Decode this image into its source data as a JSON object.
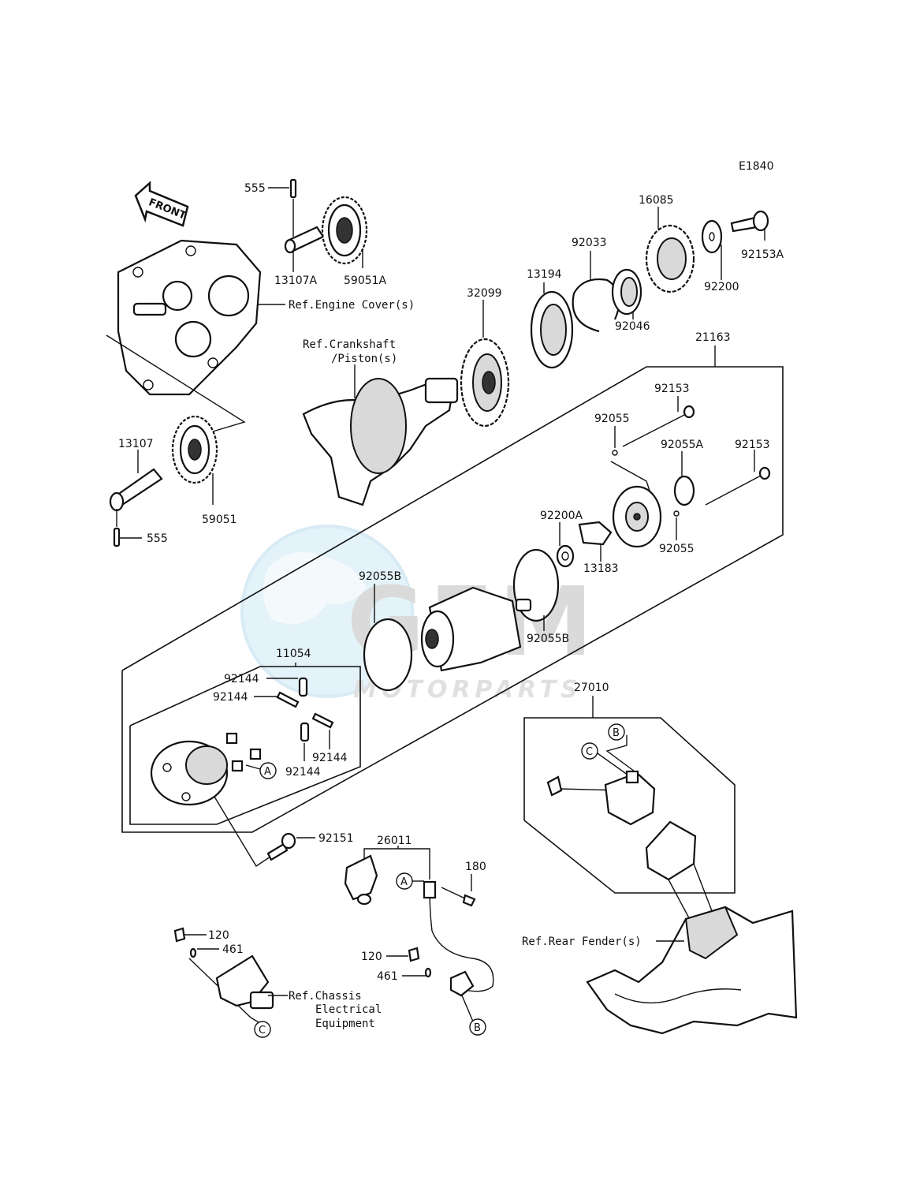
{
  "diagram_code": "E1840",
  "front_label": "FRONT",
  "watermark": {
    "brand": "GEM",
    "sub": "MOTORPARTS"
  },
  "refs": {
    "engine_cover": "Ref.Engine Cover(s)",
    "crankshaft_1": "Ref.Crankshaft",
    "crankshaft_2": "/Piston(s)",
    "rear_fender": "Ref.Rear Fender(s)",
    "chassis_1": "Ref.Chassis",
    "chassis_2": "Electrical",
    "chassis_3": "Equipment"
  },
  "parts": {
    "p555a": "555",
    "p13107A": "13107A",
    "p59051A": "59051A",
    "p32099": "32099",
    "p13194": "13194",
    "p92033": "92033",
    "p16085": "16085",
    "p92153A": "92153A",
    "p92200": "92200",
    "p92046": "92046",
    "p21163": "21163",
    "p92153a": "92153",
    "p92055a": "92055",
    "p92055A": "92055A",
    "p92153b": "92153",
    "p92055b": "92055",
    "p92200A": "92200A",
    "p13183": "13183",
    "p92055Ba": "92055B",
    "p92055Bb": "92055B",
    "p13107": "13107",
    "p59051": "59051",
    "p555b": "555",
    "p11054": "11054",
    "p92144a": "92144",
    "p92144b": "92144",
    "p92144c": "92144",
    "p92144d": "92144",
    "p92151": "92151",
    "p26011": "26011",
    "p180": "180",
    "p120a": "120",
    "p461a": "461",
    "p120b": "120",
    "p461b": "461",
    "p27010": "27010"
  },
  "callouts": {
    "a": "A",
    "b": "B",
    "c": "C"
  }
}
